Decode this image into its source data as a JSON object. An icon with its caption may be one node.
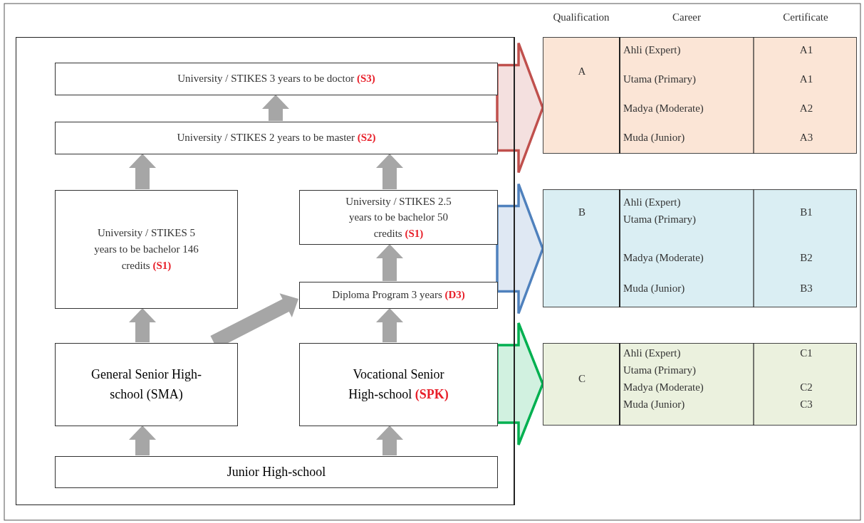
{
  "diagram": {
    "nodes": [
      {
        "text": [],
        "shape": "box"
      },
      {
        "text": [
          "University / STIKES 3 years to be doctor **(S3)**"
        ],
        "in": 0
      },
      {
        "text": [
          "University / STIKES 2 years to be master **(S2)**"
        ],
        "in": 0
      },
      {
        "text": [
          "University / STIKES 5 years to be bachelor 146 credits **(S1)**"
        ],
        "in": 0
      },
      {
        "text": [
          "University / STIKES 2.5 years to be bachelor 50 credits **(S1)**"
        ],
        "in": 0
      },
      {
        "text": [
          "Diploma Program 3 years **(D3)**"
        ],
        "in": 0
      },
      {
        "text": [
          "General Senior High-school (SMA)"
        ],
        "in": 0
      },
      {
        "text": [
          "Vocational Senior High-school **(SPK)**"
        ],
        "in": 0
      },
      {
        "text": [
          "Junior High-school"
        ],
        "in": 0
      },
      {
        "text": [
          "A",
          "Ahli (Expert)",
          "Utama (Primary)",
          "Madya (Moderate)",
          "Muda (Junior)",
          "A1",
          "A1",
          "A2",
          "A3"
        ]
      },
      {
        "text": [
          "B",
          "Ahli (Expert)",
          "Utama (Primary)",
          "Madya (Moderate)",
          "Muda (Junior)",
          "B1",
          "B2",
          "B3"
        ]
      },
      {
        "text": [
          "C",
          "Ahli (Expert)",
          "Utama (Primary)",
          "Madya (Moderate)",
          "Muda (Junior)",
          "C1",
          "C2",
          "C3"
        ]
      }
    ],
    "edges": [
      {
        "from": 8,
        "to": 6,
        "arrow": "to",
        "style": "thick"
      },
      {
        "from": 8,
        "to": 7,
        "arrow": "to",
        "style": "thick"
      },
      {
        "from": 6,
        "to": 3,
        "arrow": "to",
        "style": "thick"
      },
      {
        "from": 6,
        "to": 5,
        "arrow": "to",
        "style": "thick"
      },
      {
        "from": 7,
        "to": 5,
        "arrow": "to",
        "style": "thick"
      },
      {
        "from": 5,
        "to": 4,
        "arrow": "to",
        "style": "thick"
      },
      {
        "from": 3,
        "to": 2,
        "arrow": "to",
        "style": "thick"
      },
      {
        "from": 4,
        "to": 2,
        "arrow": "to",
        "style": "thick"
      },
      {
        "from": 2,
        "to": 1,
        "arrow": "to",
        "style": "thick"
      },
      {
        "from": 1,
        "to": 9,
        "arrow": "to",
        "style": "thick",
        "color": "#c0504d"
      },
      {
        "from": 2,
        "to": 9,
        "arrow": "to",
        "style": "thick",
        "color": "#c0504d"
      },
      {
        "from": 4,
        "to": 10,
        "arrow": "to",
        "style": "thick",
        "color": "#4f81bd"
      },
      {
        "from": 5,
        "to": 10,
        "arrow": "to",
        "style": "thick",
        "color": "#4f81bd"
      },
      {
        "from": 7,
        "to": 11,
        "arrow": "to",
        "style": "thick",
        "color": "#00b050"
      }
    ],
    "labels": [
      "Qualification",
      "Career",
      "Certificate"
    ]
  }
}
